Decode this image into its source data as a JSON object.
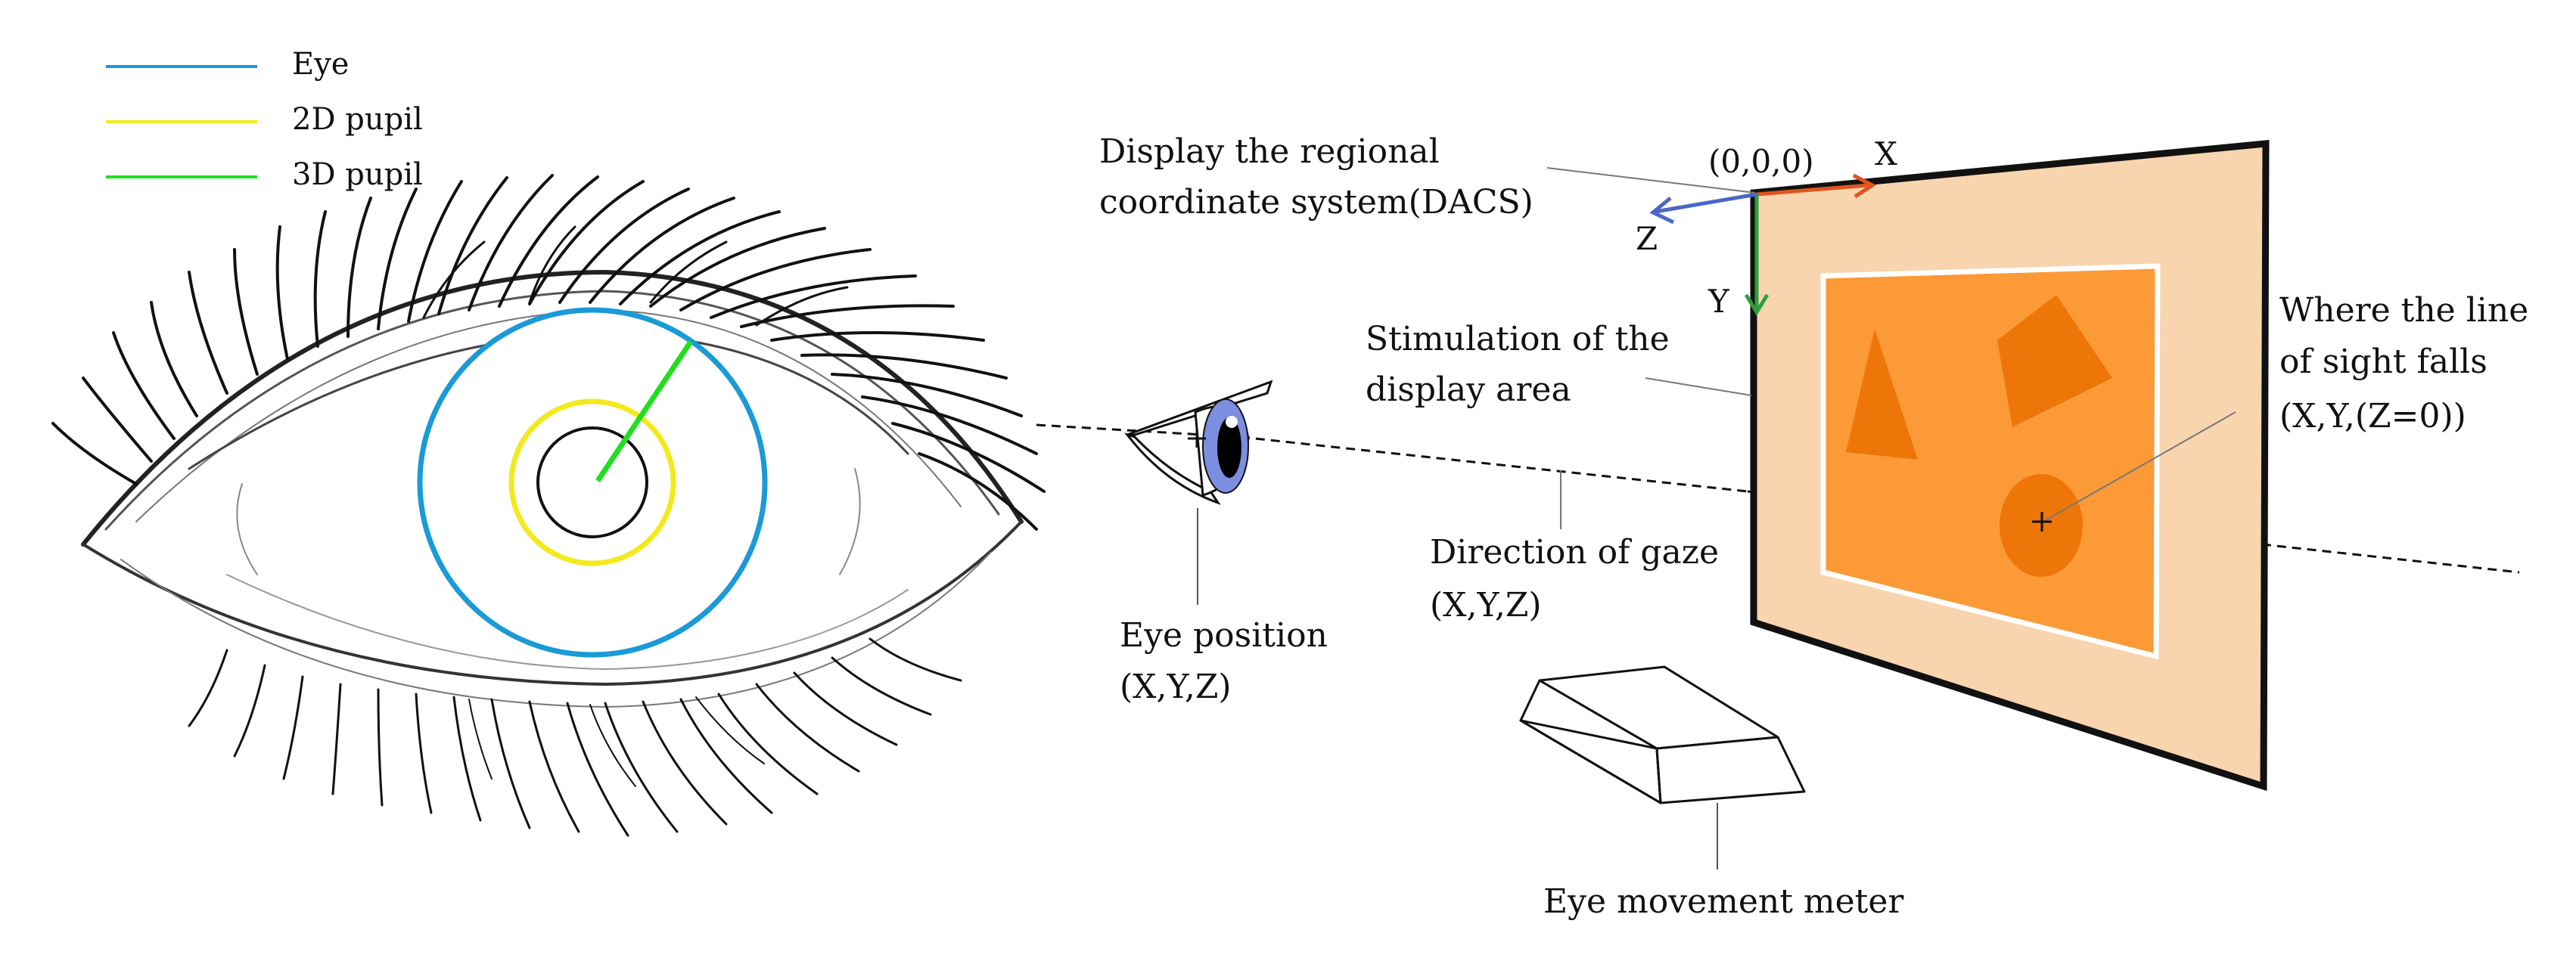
{
  "legend": [
    {
      "label": "Eye",
      "color": "#1a9ad6"
    },
    {
      "label": "2D pupil",
      "color": "#f2ea1e"
    },
    {
      "label": "3D pupil",
      "color": "#1fe01f"
    }
  ],
  "labels": {
    "dacs_line1": "Display the regional",
    "dacs_line2": "coordinate system(DACS)",
    "origin": "(0,0,0)",
    "axis_x": "X",
    "axis_y": "Y",
    "axis_z": "Z",
    "stim_line1": "Stimulation of the",
    "stim_line2": "display area",
    "sight_line1": "Where the line",
    "sight_line2": "of sight falls",
    "sight_line3": "(X,Y,(Z=0))",
    "gaze_line1": "Direction of gaze",
    "gaze_line2": "(X,Y,Z)",
    "eyepos_line1": "Eye position",
    "eyepos_line2": "(X,Y,Z)",
    "meter": "Eye movement meter"
  },
  "colors": {
    "eye_circle": "#1a9ad6",
    "pupil_2d": "#f2ea1e",
    "pupil_3d": "#1fe01f",
    "screen_fill": "#f8d5ae",
    "stimulus_fill": "#fc9a38",
    "shape_fill": "#ee7608",
    "axis_x": "#e0541e",
    "axis_y": "#2e9e3e",
    "axis_z": "#4a66c8",
    "iris": "#7b8ee0"
  }
}
